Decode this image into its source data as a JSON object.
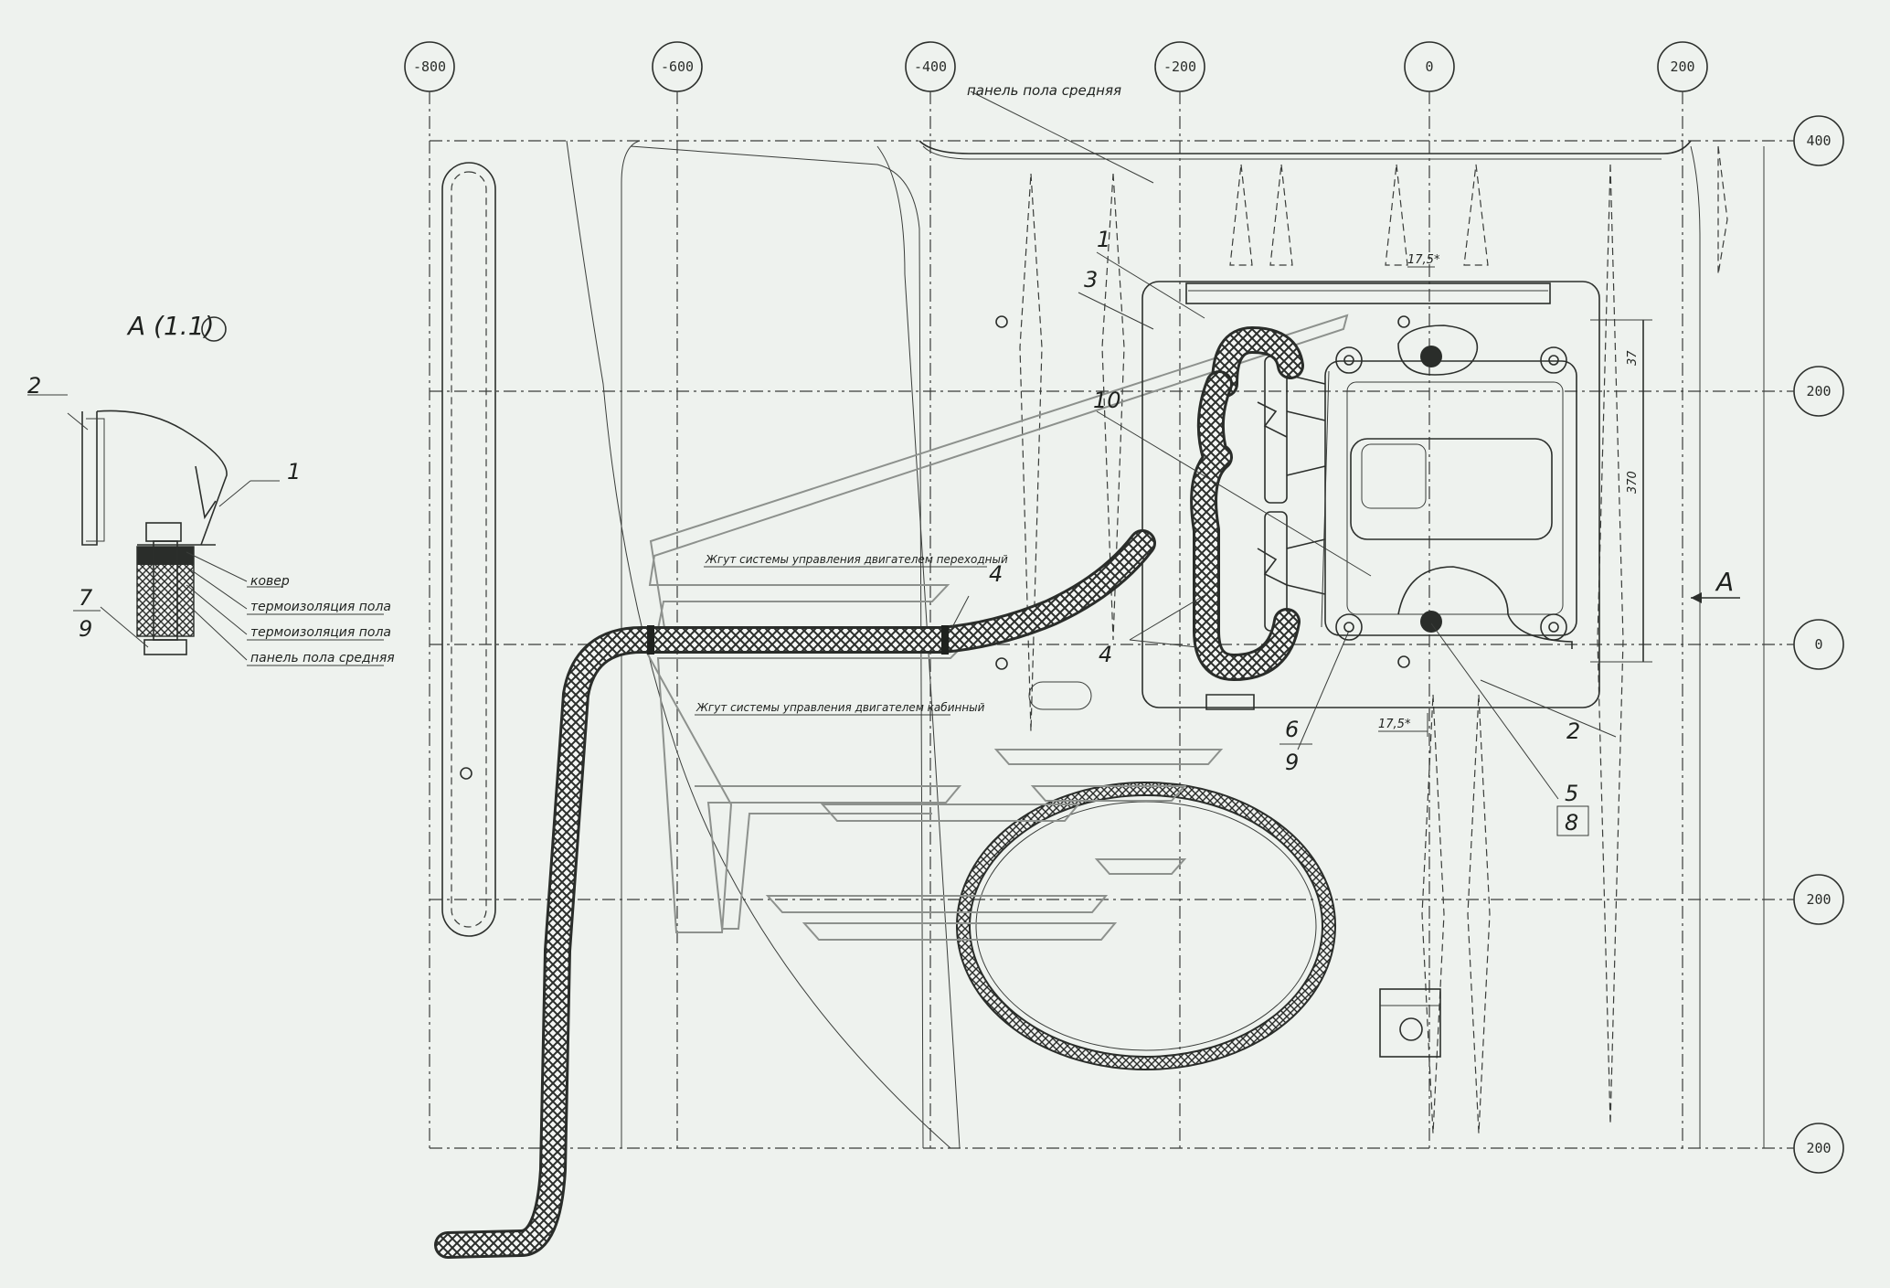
{
  "grid": {
    "x_marks": [
      "-800",
      "-600",
      "-400",
      "-200",
      "0",
      "200"
    ],
    "y_marks": [
      "400",
      "200",
      "0",
      "200",
      "200"
    ]
  },
  "labels": {
    "panel_floor_mid": "панель пола средняя",
    "harness_transition": "Жгут системы управления двигателем переходный",
    "harness_cab": "Жгут системы управления двигателем кабинный",
    "view_a": "А",
    "section_title": "А (1.1)",
    "dims": {
      "d1": "17,5*",
      "d2": "37",
      "d3": "370",
      "d4": "17,5*"
    }
  },
  "section": {
    "callouts": [
      "2",
      "1",
      "7",
      "9"
    ],
    "layers": [
      "ковер",
      "термоизоляция пола",
      "термоизоляция пола",
      "панель пола средняя"
    ]
  },
  "callouts": {
    "n1": "1",
    "n3": "3",
    "n10": "10",
    "n4a": "4",
    "n4b": "4",
    "n6": "6",
    "n9": "9",
    "n2": "2",
    "n5": "5",
    "n8": "8"
  }
}
